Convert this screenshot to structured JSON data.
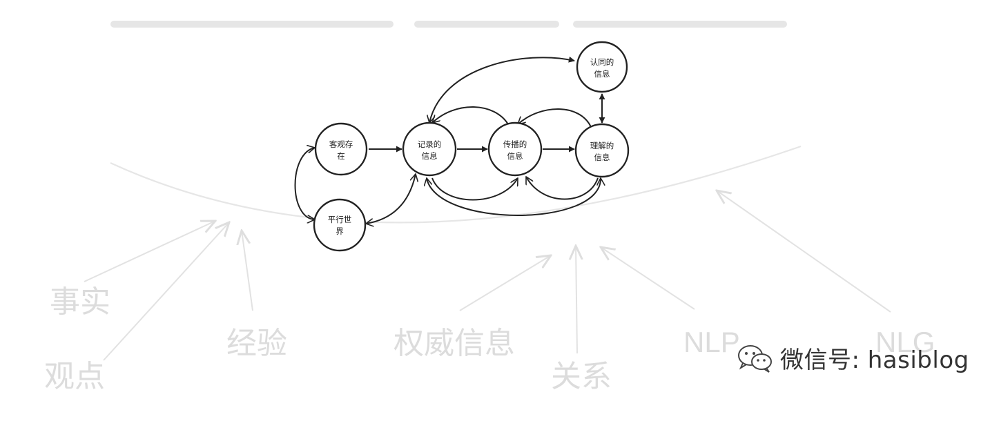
{
  "nodes": {
    "objective": {
      "line1": "客观存",
      "line2": "在"
    },
    "parallel": {
      "line1": "平行世",
      "line2": "界"
    },
    "recorded": {
      "line1": "记录的",
      "line2": "信息"
    },
    "spread": {
      "line1": "传播的",
      "line2": "信息"
    },
    "understood": {
      "line1": "理解的",
      "line2": "信息"
    },
    "accepted": {
      "line1": "认同的",
      "line2": "信息"
    }
  },
  "background_labels": {
    "facts": "事实",
    "opinions": "观点",
    "experience": "经验",
    "authority_info": "权威信息",
    "relations": "关系",
    "nlp": "NLP",
    "nlg": "NLG"
  },
  "watermark": {
    "text": "微信号: hasiblog",
    "icon": "wechat-icon"
  },
  "colors": {
    "ink": "#222222",
    "faded": "#dcdcdc",
    "watermark": "#333333"
  }
}
